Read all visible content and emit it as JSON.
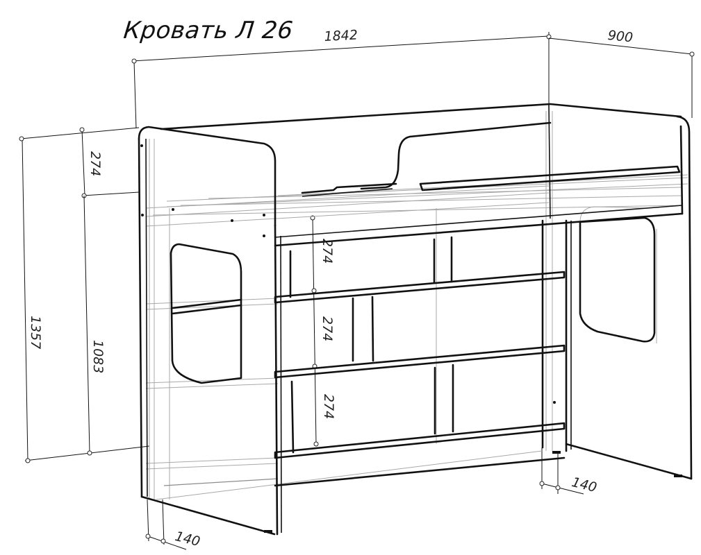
{
  "drawing": {
    "title": "Кровать Л 26",
    "subject": "loft-bed technical drawing",
    "line_color": "#111111",
    "hidden_line_color": "#a8a8a8",
    "background": "#ffffff"
  },
  "dimensions": {
    "length": "1842",
    "depth": "900",
    "total_height": "1357",
    "side_rail_height": "274",
    "bed_platform_height": "1083",
    "shelf_spacing_1": "274",
    "shelf_spacing_2": "274",
    "shelf_spacing_3": "274",
    "leg_offset_front": "140",
    "leg_offset_right": "140"
  }
}
